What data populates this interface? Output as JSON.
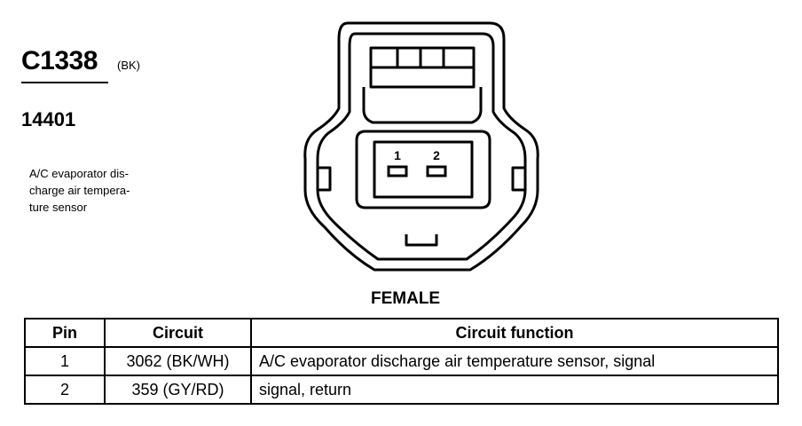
{
  "connector": {
    "id": "C1338",
    "color": "(BK)",
    "part_number": "14401",
    "description": "A/C evaporator dis- charge air tempera- ture sensor",
    "description_lines": [
      "A/C evaporator dis-",
      "charge air tempera-",
      "ture sensor"
    ]
  },
  "diagram": {
    "view": "FEMALE",
    "pin_labels": [
      "1",
      "2"
    ]
  },
  "table": {
    "headers": [
      "Pin",
      "Circuit",
      "Circuit function"
    ],
    "rows": [
      {
        "pin": "1",
        "circuit": "3062 (BK/WH)",
        "function": "A/C evaporator discharge air temperature sensor, signal"
      },
      {
        "pin": "2",
        "circuit": "359 (GY/RD)",
        "function": "signal, return"
      }
    ]
  }
}
